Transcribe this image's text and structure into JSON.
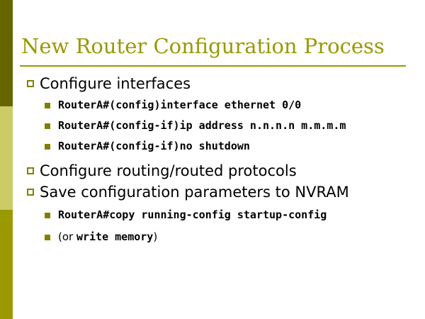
{
  "slide": {
    "title": "New Router Configuration Process",
    "colors": {
      "title": "#999900",
      "rule": "#999900",
      "bullet_level1": "#808000",
      "bullet_level2": "#808000",
      "body_text": "#000000",
      "sidebar_top": "#666600",
      "sidebar_middle": "#cccc66",
      "sidebar_bottom": "#999900",
      "background": "#ffffff"
    },
    "bullets": [
      {
        "level": 1,
        "text": "Configure interfaces",
        "marker": "hollow-square"
      },
      {
        "level": 2,
        "text": "RouterA#(config)interface ethernet 0/0",
        "marker": "filled-square"
      },
      {
        "level": 2,
        "text": "RouterA#(config-if)ip address n.n.n.n m.m.m.m",
        "marker": "filled-square"
      },
      {
        "level": 2,
        "text": "RouterA#(config-if)no shutdown",
        "marker": "filled-square"
      },
      {
        "level": 1,
        "text": "Configure routing/routed protocols",
        "marker": "hollow-square"
      },
      {
        "level": 1,
        "text": "Save configuration parameters to NVRAM",
        "marker": "hollow-square"
      },
      {
        "level": 2,
        "text": "RouterA#copy running-config startup-config",
        "marker": "filled-square"
      },
      {
        "level": 2,
        "marker": "filled-square",
        "text": "(or write memory)",
        "parts": {
          "prefix": "(or ",
          "command": "write memory",
          "suffix": ")"
        }
      }
    ]
  }
}
